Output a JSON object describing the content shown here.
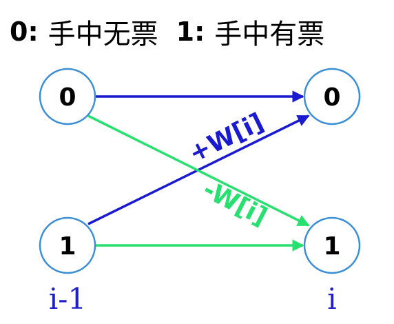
{
  "legend": {
    "state0_key": "0:",
    "state0_desc": "手中无票",
    "state1_key": "1:",
    "state1_desc": "手中有票"
  },
  "nodes": {
    "prev_0": "0",
    "prev_1": "1",
    "curr_0": "0",
    "curr_1": "1"
  },
  "edges": {
    "buy_label": "+W[i]",
    "sell_label": "-W[i]"
  },
  "columns": {
    "prev": "i-1",
    "curr": "i"
  },
  "colors": {
    "blue_edge": "#1a1ad0",
    "green_edge": "#28e070",
    "node_stroke": "#3a8fd6",
    "column_text": "#2020c8"
  }
}
